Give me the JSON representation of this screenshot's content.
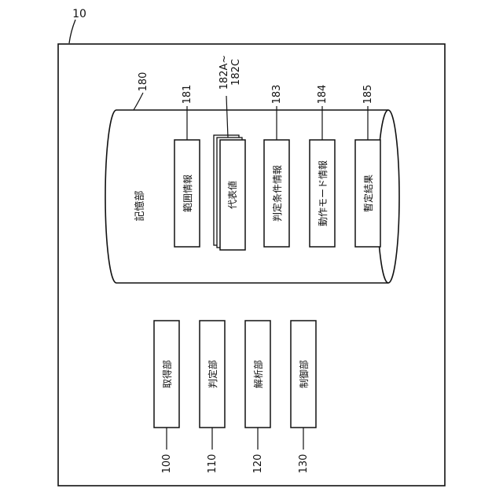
{
  "figure": {
    "device_ref": "10",
    "storage": {
      "ref": "180",
      "label": "記憶部",
      "items": [
        {
          "ref": "181",
          "label": "範囲情報"
        },
        {
          "ref_line1": "182A~",
          "ref_line2": "182C",
          "label": "代表値"
        },
        {
          "ref": "183",
          "label": "判定条件情報"
        },
        {
          "ref": "184",
          "label": "動作モード情報"
        },
        {
          "ref": "185",
          "label": "暫定結果"
        }
      ]
    },
    "units": [
      {
        "ref": "100",
        "label": "取得部"
      },
      {
        "ref": "110",
        "label": "判定部"
      },
      {
        "ref": "120",
        "label": "解析部"
      },
      {
        "ref": "130",
        "label": "制御部"
      }
    ]
  }
}
